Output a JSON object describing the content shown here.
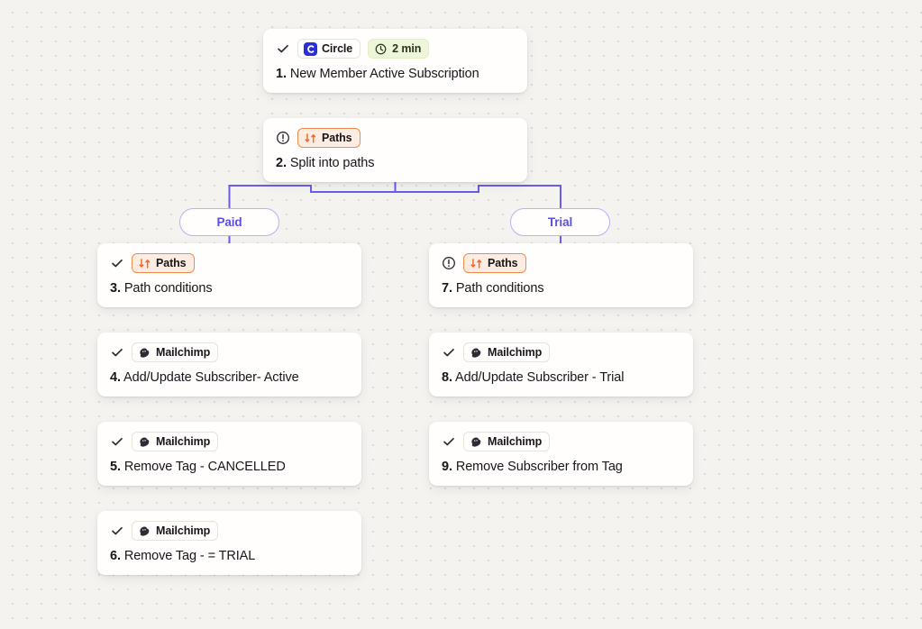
{
  "canvas": {
    "background_color": "#f4f3f0",
    "dot_color": "#d9d7d1",
    "connector_color": "#6c5ce7"
  },
  "palette": {
    "paths_accent": "#f08a4b",
    "paths_bg": "#fdece2",
    "branch_purple": "#5b4ee0",
    "time_badge_bg": "#eef6da",
    "circle_brand": "#2b2fd6"
  },
  "nodes": [
    {
      "id": "node-1",
      "number": "1.",
      "title": "New Member Active Subscription",
      "status_icon": "check-icon",
      "app_badge": {
        "label": "Circle",
        "icon": "circle-logo-icon",
        "kind": "app"
      },
      "time_badge": {
        "label": "2 min",
        "icon": "clock-icon"
      }
    },
    {
      "id": "node-2",
      "number": "2.",
      "title": "Split into paths",
      "status_icon": "warning-icon",
      "app_badge": {
        "label": "Paths",
        "icon": "paths-icon",
        "kind": "paths"
      },
      "time_badge": null
    },
    {
      "id": "node-3",
      "number": "3.",
      "title": "Path conditions",
      "status_icon": "check-icon",
      "app_badge": {
        "label": "Paths",
        "icon": "paths-icon",
        "kind": "paths"
      },
      "time_badge": null
    },
    {
      "id": "node-4",
      "number": "4.",
      "title": "Add/Update Subscriber- Active",
      "status_icon": "check-icon",
      "app_badge": {
        "label": "Mailchimp",
        "icon": "mailchimp-icon",
        "kind": "app"
      },
      "time_badge": null
    },
    {
      "id": "node-5",
      "number": "5.",
      "title": "Remove Tag - CANCELLED",
      "status_icon": "check-icon",
      "app_badge": {
        "label": "Mailchimp",
        "icon": "mailchimp-icon",
        "kind": "app"
      },
      "time_badge": null
    },
    {
      "id": "node-6",
      "number": "6.",
      "title": "Remove Tag - = TRIAL",
      "status_icon": "check-icon",
      "app_badge": {
        "label": "Mailchimp",
        "icon": "mailchimp-icon",
        "kind": "app"
      },
      "time_badge": null
    },
    {
      "id": "node-7",
      "number": "7.",
      "title": "Path conditions",
      "status_icon": "warning-icon",
      "app_badge": {
        "label": "Paths",
        "icon": "paths-icon",
        "kind": "paths"
      },
      "time_badge": null
    },
    {
      "id": "node-8",
      "number": "8.",
      "title": "Add/Update Subscriber - Trial",
      "status_icon": "check-icon",
      "app_badge": {
        "label": "Mailchimp",
        "icon": "mailchimp-icon",
        "kind": "app"
      },
      "time_badge": null
    },
    {
      "id": "node-9",
      "number": "9.",
      "title": "Remove Subscriber from Tag",
      "status_icon": "check-icon",
      "app_badge": {
        "label": "Mailchimp",
        "icon": "mailchimp-icon",
        "kind": "app"
      },
      "time_badge": null
    }
  ],
  "branches": [
    {
      "id": "branch-paid",
      "label": "Paid"
    },
    {
      "id": "branch-trial",
      "label": "Trial"
    }
  ]
}
